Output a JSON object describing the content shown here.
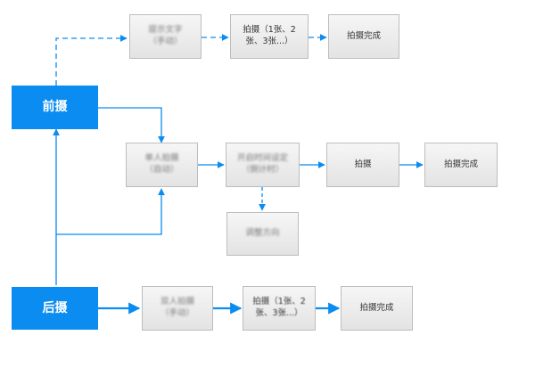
{
  "colors": {
    "accent": "#0a8cf0",
    "box_fill": "#ececec",
    "box_border": "#bdbdbd"
  },
  "nodes": {
    "front": "前摄",
    "rear": "后摄",
    "front_manual": "提示文字\n（手动）",
    "front_burst": "拍摄（1张、2\n张、3张...）",
    "front_done": "拍摄完成",
    "mid_auto": "单人拍摄\n（自动）",
    "mid_timer": "开启时间设定\n（倒计时）",
    "mid_shoot": "拍摄",
    "mid_done": "拍摄完成",
    "mid_adjust": "调整方向",
    "rear_manual": "双人拍摄\n（手动）",
    "rear_burst": "拍摄（1张、2\n张、3张...）",
    "rear_done": "拍摄完成"
  }
}
